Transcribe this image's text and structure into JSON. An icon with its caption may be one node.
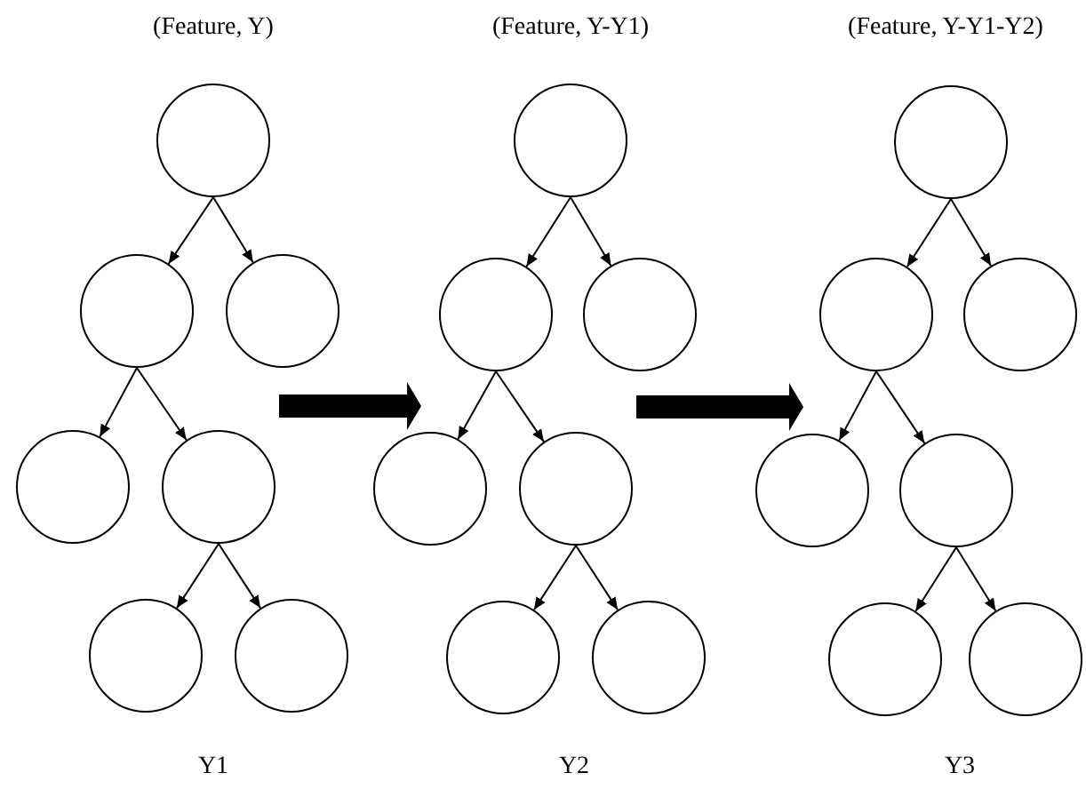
{
  "diagram": {
    "nodes": [
      {
        "text": [],
        "shape": "tree"
      },
      {
        "text": [],
        "shape": "circle",
        "in": 0
      },
      {
        "text": [],
        "shape": "circle",
        "in": 0
      },
      {
        "text": [],
        "shape": "circle",
        "in": 0
      },
      {
        "text": [],
        "shape": "circle",
        "in": 0
      },
      {
        "text": [],
        "shape": "circle",
        "in": 0
      },
      {
        "text": [],
        "shape": "circle",
        "in": 0
      },
      {
        "text": [],
        "shape": "circle",
        "in": 0
      },
      {
        "text": [],
        "shape": "tree"
      },
      {
        "text": [],
        "shape": "circle",
        "in": 8
      },
      {
        "text": [],
        "shape": "circle",
        "in": 8
      },
      {
        "text": [],
        "shape": "circle",
        "in": 8
      },
      {
        "text": [],
        "shape": "circle",
        "in": 8
      },
      {
        "text": [],
        "shape": "circle",
        "in": 8
      },
      {
        "text": [],
        "shape": "circle",
        "in": 8
      },
      {
        "text": [],
        "shape": "circle",
        "in": 8
      },
      {
        "text": [],
        "shape": "tree"
      },
      {
        "text": [],
        "shape": "circle",
        "in": 16
      },
      {
        "text": [],
        "shape": "circle",
        "in": 16
      },
      {
        "text": [],
        "shape": "circle",
        "in": 16
      },
      {
        "text": [],
        "shape": "circle",
        "in": 16
      },
      {
        "text": [],
        "shape": "circle",
        "in": 16
      },
      {
        "text": [],
        "shape": "circle",
        "in": 16
      },
      {
        "text": [],
        "shape": "circle",
        "in": 16
      }
    ],
    "edges": [
      {
        "from": 1,
        "to": 2,
        "arrow": "to"
      },
      {
        "from": 1,
        "to": 3,
        "arrow": "to"
      },
      {
        "from": 2,
        "to": 4,
        "arrow": "to"
      },
      {
        "from": 2,
        "to": 5,
        "arrow": "to"
      },
      {
        "from": 5,
        "to": 6,
        "arrow": "to"
      },
      {
        "from": 5,
        "to": 7,
        "arrow": "to"
      },
      {
        "from": 9,
        "to": 10,
        "arrow": "to"
      },
      {
        "from": 9,
        "to": 11,
        "arrow": "to"
      },
      {
        "from": 10,
        "to": 12,
        "arrow": "to"
      },
      {
        "from": 10,
        "to": 13,
        "arrow": "to"
      },
      {
        "from": 13,
        "to": 14,
        "arrow": "to"
      },
      {
        "from": 13,
        "to": 15,
        "arrow": "to"
      },
      {
        "from": 17,
        "to": 18,
        "arrow": "to"
      },
      {
        "from": 17,
        "to": 19,
        "arrow": "to"
      },
      {
        "from": 18,
        "to": 20,
        "arrow": "to"
      },
      {
        "from": 18,
        "to": 21,
        "arrow": "to"
      },
      {
        "from": 21,
        "to": 22,
        "arrow": "to"
      },
      {
        "from": 21,
        "to": 23,
        "arrow": "to"
      },
      {
        "from": 0,
        "to": 8,
        "arrow": "to",
        "style": "thick"
      },
      {
        "from": 8,
        "to": 16,
        "arrow": "to",
        "style": "thick"
      }
    ],
    "labels": [
      "(Feature, Y)",
      "(Feature, Y-Y1)",
      "(Feature, Y-Y1-Y2)",
      "Y1",
      "Y2",
      "Y3"
    ]
  }
}
